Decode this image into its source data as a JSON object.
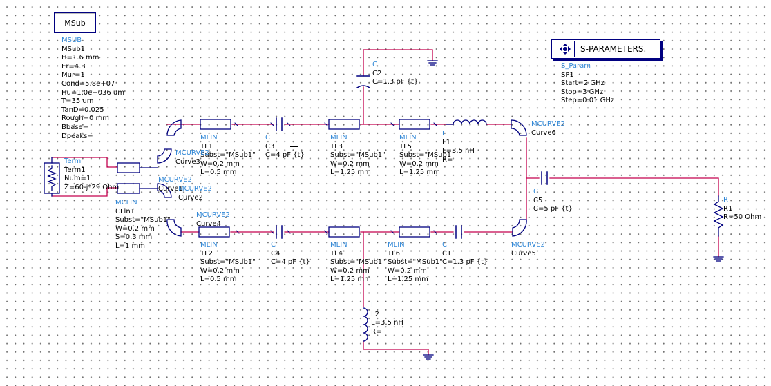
{
  "msub_block": {
    "button_label": "MSub",
    "type": "MSUB",
    "name": "MSub1",
    "params": [
      "H=1.6 mm",
      "Er=4.3",
      "Mur=1",
      "Cond=5.8e+07",
      "Hu=1.0e+036 um",
      "T=35 um",
      "TanD=0.025",
      "Rough=0 mm",
      "Bbase=",
      "Dpeaks="
    ]
  },
  "sparam_block": {
    "button_label": "S-PARAMETERS.",
    "type": "S_Param",
    "name": "SP1",
    "params": [
      "Start=2 GHz",
      "Stop=3 GHz",
      "Step=0.01 GHz"
    ]
  },
  "term": {
    "type": "Term",
    "name": "Term1",
    "params": [
      "Num=1",
      "Z=60-j*29 Ohm"
    ]
  },
  "clin": {
    "type": "MCLIN",
    "name": "CLin1",
    "params": [
      "Subst=\"MSub1\"",
      "W=0.2 mm",
      "S=0.3 mm",
      "L=1 mm"
    ]
  },
  "tl1": {
    "type": "MLIN",
    "name": "TL1",
    "params": [
      "Subst=\"MSub1\"",
      "W=0.2 mm",
      "L=0.5 mm"
    ]
  },
  "tl2": {
    "type": "MLIN",
    "name": "TL2",
    "params": [
      "Subst=\"MSub1\"",
      "W=0.2 mm",
      "L=0.5 mm"
    ]
  },
  "tl3": {
    "type": "MLIN",
    "name": "TL3",
    "params": [
      "Subst=\"MSub1\"",
      "W=0.2 mm",
      "L=1.25 mm"
    ]
  },
  "tl4": {
    "type": "MLIN",
    "name": "TL4",
    "params": [
      "Subst=\"MSub1\"",
      "W=0.2 mm",
      "L=1.25 mm"
    ]
  },
  "tl5": {
    "type": "MLIN",
    "name": "TL5",
    "params": [
      "Subst=\"MSub1",
      "W=0.2 mm",
      "L=1.25 mm"
    ]
  },
  "tl6": {
    "type": "MLIN",
    "name": "TL6",
    "params": [
      "Subst=\"MSub1\"",
      "W=0.2 mm",
      "L=1.25 mm"
    ]
  },
  "c1": {
    "type": "C",
    "name": "C1",
    "params": [
      "C=1.3 pF {t}"
    ]
  },
  "c2": {
    "type": "C",
    "name": "C2",
    "params": [
      "C=1.3 pF {t}"
    ]
  },
  "c3": {
    "type": "C",
    "name": "C3",
    "params": [
      "C=4 pF {t}"
    ]
  },
  "c4": {
    "type": "C",
    "name": "C4",
    "params": [
      "C=4 pF {t}"
    ]
  },
  "c5": {
    "type": "C",
    "name": "C5",
    "params": [
      "C=5 pF {t}"
    ]
  },
  "l1": {
    "type": "L",
    "name": "L1",
    "params": [
      "L=3.5 nH",
      "R="
    ]
  },
  "l2": {
    "type": "L",
    "name": "L2",
    "params": [
      "L=3.5 nH",
      "R="
    ]
  },
  "r1": {
    "type": "R",
    "name": "R1",
    "params": [
      "R=50 Ohm"
    ]
  },
  "curve1": {
    "type": "MCURVE2",
    "name": "Curve1"
  },
  "curve2": {
    "type": "MCURVE2",
    "name": "Curve2"
  },
  "curve3": {
    "type": "MCURVE2",
    "name": "Curve3"
  },
  "curve4": {
    "type": "MCURVE2",
    "name": "Curve4"
  },
  "curve5": {
    "type": "MCURVE2",
    "name": "Curve5"
  },
  "curve6": {
    "type": "MCURVE2",
    "name": "Curve6"
  },
  "colors": {
    "wire": "#c4004e",
    "component": "#000080",
    "label_blue": "#2e86d6",
    "grid": "#6e6e6e"
  }
}
